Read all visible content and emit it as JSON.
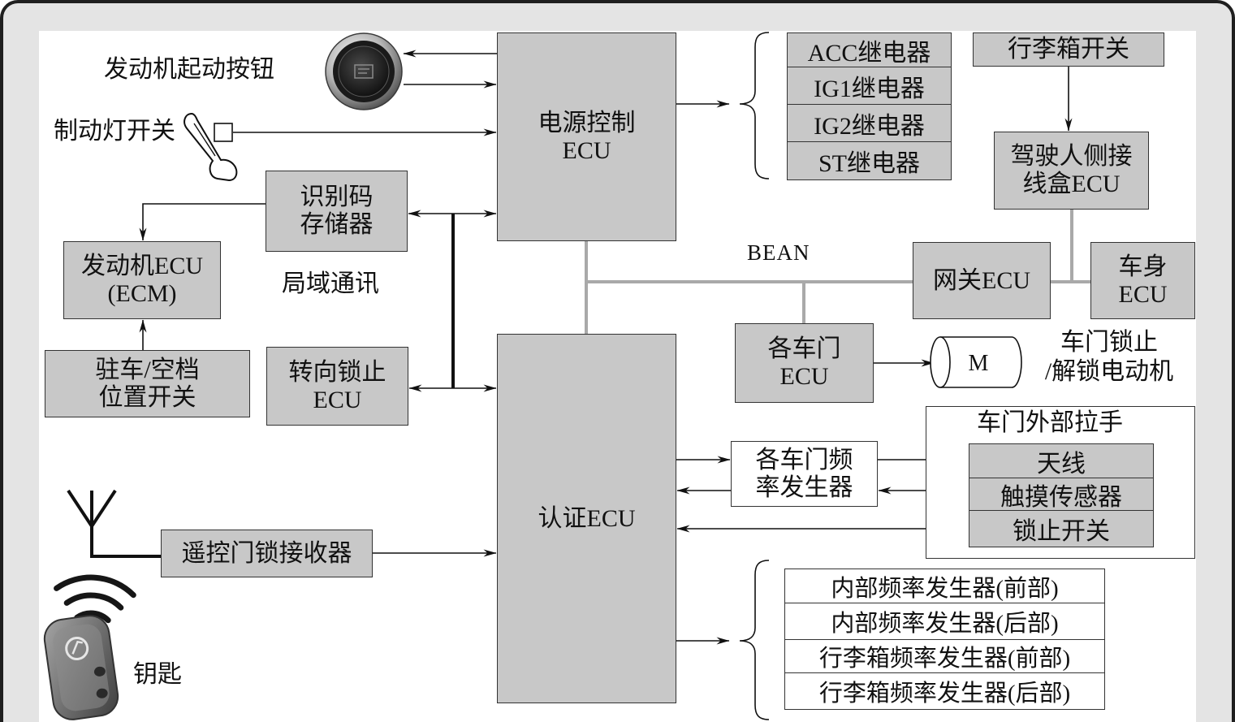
{
  "colors": {
    "frame_border": "#1f1f1f",
    "frame_bg": "#e4e4e4",
    "canvas_bg": "#ffffff",
    "box_fill": "#c8c8c8",
    "box_border": "#333333",
    "bus": "#a9a9a9",
    "line": "#111111"
  },
  "engine_start_button": {
    "label": "发动机起动按钮",
    "icon": "engine-start-button-icon"
  },
  "brake_light_switch": {
    "label": "制动灯开关",
    "icon": "brake-pedal-icon"
  },
  "power_control_ecu": {
    "line1": "电源控制",
    "line2": "ECU"
  },
  "relays": [
    "ACC继电器",
    "IG1继电器",
    "IG2继电器",
    "ST继电器"
  ],
  "trunk_switch": "行李箱开关",
  "driver_side_junction_block_ecu": {
    "line1": "驾驶人侧接",
    "line2": "线盒ECU"
  },
  "bean_bus": "BEAN",
  "gateway_ecu": "网关ECU",
  "body_ecu": {
    "line1": "车身",
    "line2": "ECU"
  },
  "door_ecu": {
    "line1": "各车门",
    "line2": "ECU"
  },
  "door_lock_motor": {
    "symbol": "M",
    "line1": "车门锁止",
    "line2": "/解锁电动机",
    "icon": "motor-icon"
  },
  "id_code_memory": {
    "line1": "识别码",
    "line2": "存储器"
  },
  "engine_ecu": {
    "line1": "发动机ECU",
    "line2": "(ECM)"
  },
  "local_communication": "局域通讯",
  "park_neutral_switch": {
    "line1": "驻车/空档",
    "line2": "位置开关"
  },
  "steering_lock_ecu": {
    "line1": "转向锁止",
    "line2": "ECU"
  },
  "certification_ecu": "认证ECU",
  "door_oscillator": {
    "line1": "各车门频",
    "line2": "率发生器"
  },
  "outside_door_handle": {
    "title": "车门外部拉手",
    "items": [
      "天线",
      "触摸传感器",
      "锁止开关"
    ]
  },
  "remote_receiver": {
    "label": "遥控门锁接收器",
    "icon": "antenna-icon"
  },
  "key": {
    "label": "钥匙",
    "icon": "smart-key-icon"
  },
  "oscillators": [
    "内部频率发生器(前部)",
    "内部频率发生器(后部)",
    "行李箱频率发生器(前部)",
    "行李箱频率发生器(后部)"
  ]
}
